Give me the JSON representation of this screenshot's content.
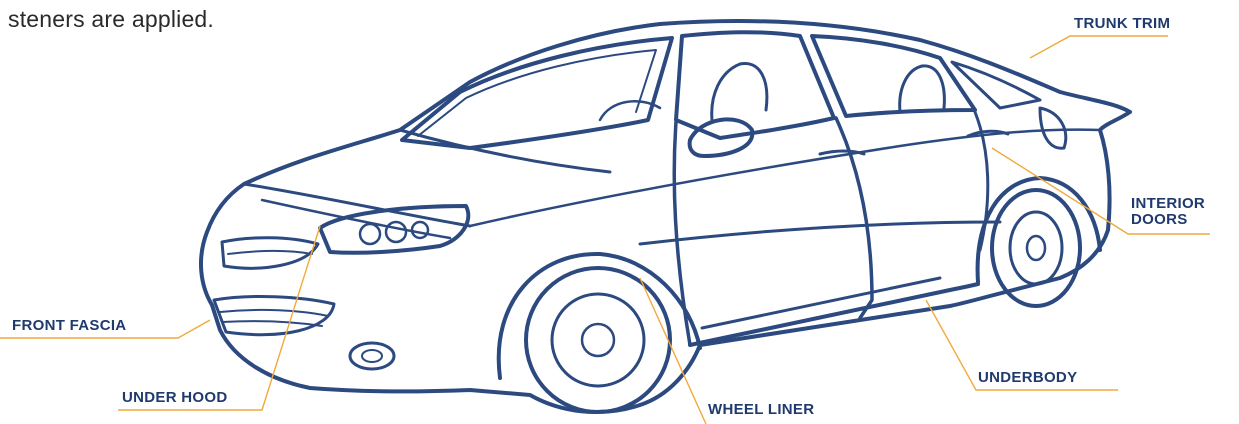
{
  "intro_text": "steners are applied.",
  "colors": {
    "car_outline": "#2c4a80",
    "callout_line": "#f2a93b",
    "label_text": "#1f3a6e"
  },
  "labels": {
    "trunk_trim": "TRUNK TRIM",
    "interior_doors_line1": "INTERIOR",
    "interior_doors_line2": "DOORS",
    "front_fascia": "FRONT FASCIA",
    "under_hood": "UNDER HOOD",
    "wheel_liner": "WHEEL LINER",
    "underbody": "UNDERBODY"
  }
}
